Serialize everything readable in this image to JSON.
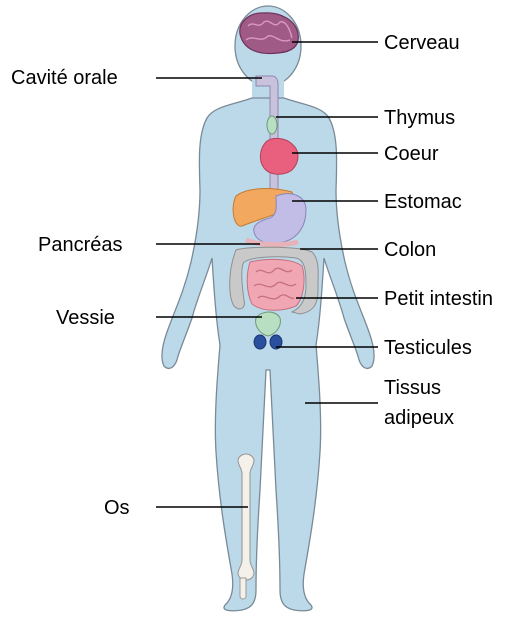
{
  "diagram": {
    "labels": {
      "cerveau": "Cerveau",
      "cavite_orale": "Cavité orale",
      "thymus": "Thymus",
      "coeur": "Coeur",
      "estomac": "Estomac",
      "pancreas": "Pancréas",
      "colon": "Colon",
      "vessie": "Vessie",
      "petit_intestin": "Petit intestin",
      "testicules": "Testicules",
      "tissus_line1": "Tissus",
      "tissus_line2": "adipeux",
      "os": "Os"
    },
    "colors": {
      "body_fill": "#bcd9ea",
      "body_outline": "#7a8a96",
      "brain": "#a05a86",
      "esophagus": "#c9c2dd",
      "thymus": "#b9dfc3",
      "heart": "#e8607d",
      "liver": "#f2a95f",
      "stomach": "#c2bde6",
      "colon": "#c9c9c9",
      "small_intestine": "#f0a7b3",
      "bladder": "#b9dfc3",
      "testicles": "#2a4f9e",
      "bone": "#f4f1ea"
    }
  }
}
